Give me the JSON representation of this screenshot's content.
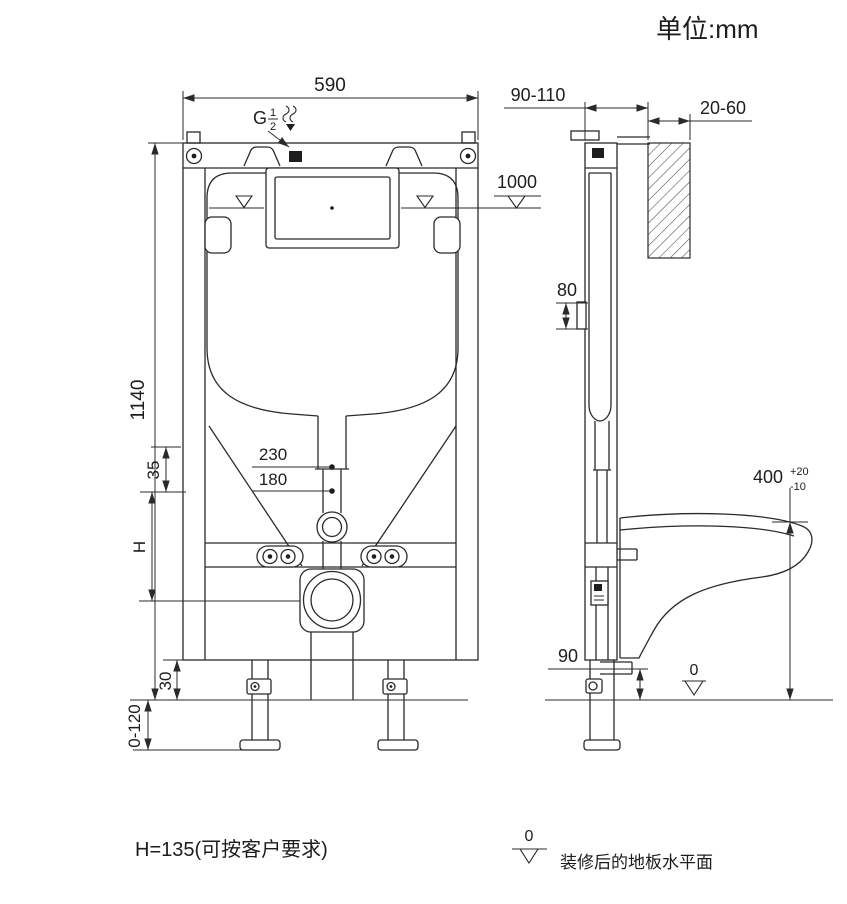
{
  "header": {
    "unit_label": "单位:mm"
  },
  "front": {
    "dim_width": "590",
    "inlet_g": "G",
    "inlet_num": "1",
    "inlet_den": "2",
    "dim_level": "1000",
    "dim_height": "1140",
    "dim_230": "230",
    "dim_180": "180",
    "dim_35": "35",
    "dim_h": "H",
    "dim_30": "30",
    "dim_0_120": "0-120"
  },
  "side": {
    "dim_depth": "90-110",
    "dim_wall": "20-60",
    "dim_80": "80",
    "dim_400": "400",
    "tol_plus": "+20",
    "tol_minus": "-10",
    "dim_90": "90",
    "zero": "0"
  },
  "notes": {
    "h_note": "H=135(可按客户要求)",
    "zero": "0",
    "floor_label": "装修后的地板水平面"
  }
}
